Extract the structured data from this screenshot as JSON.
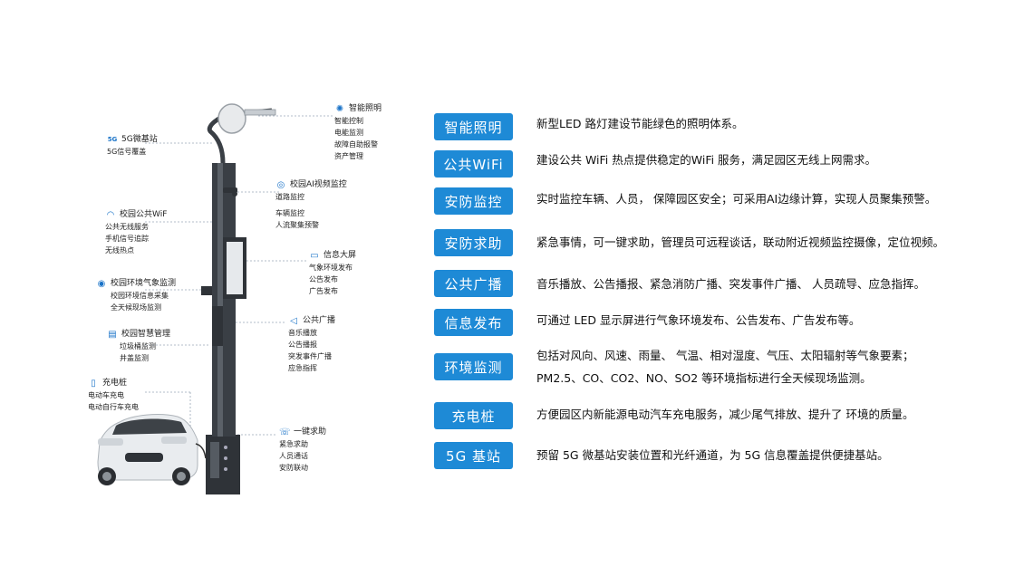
{
  "callouts": {
    "lighting": {
      "title": "智能照明",
      "icon": "lightbulb-icon",
      "items": [
        "智能控制",
        "电能监测",
        "故障自助报警",
        "资产管理"
      ]
    },
    "base5g": {
      "title": "5G微基站",
      "icon": "5g-icon",
      "icon_text": "5G",
      "items": [
        "5G信号覆盖"
      ]
    },
    "camera": {
      "title": "校园AI视频监控",
      "icon": "camera-icon",
      "items": [
        "道路监控",
        "",
        "车辆监控",
        "人流聚集预警"
      ]
    },
    "wifi": {
      "title": "校园公共WiF",
      "icon": "wifi-icon",
      "items": [
        "公共无线服务",
        "手机信号追踪",
        "无线热点"
      ]
    },
    "screen": {
      "title": "信息大屏",
      "icon": "screen-icon",
      "items": [
        "气象环境发布",
        "公告发布",
        "广告发布"
      ]
    },
    "weather": {
      "title": "校园环境气象监测",
      "icon": "weather-sensor-icon",
      "items": [
        "校园环境信息采集",
        "全天候现场监测"
      ]
    },
    "smart": {
      "title": "校园智慧管理",
      "icon": "management-icon",
      "items": [
        "垃圾桶监测",
        "井盖监测"
      ]
    },
    "broadcast": {
      "title": "公共广播",
      "icon": "speaker-icon",
      "items": [
        "音乐播放",
        "公告播报",
        "突发事件广播",
        "应急指挥"
      ]
    },
    "charging": {
      "title": "充电桩",
      "icon": "charging-icon",
      "items": [
        "电动车充电",
        "电动自行车充电"
      ]
    },
    "sos": {
      "title": "一键求助",
      "icon": "sos-icon",
      "items": [
        "紧急求助",
        "人员通话",
        "安防联动"
      ]
    }
  },
  "features": [
    {
      "label": "智能照明",
      "desc": [
        "新型LED 路灯建设节能绿色的照明体系。"
      ]
    },
    {
      "label": "公共WiFi",
      "desc": [
        "建设公共 WiFi 热点提供稳定的WiFi 服务，满足园区无线上网需求。"
      ]
    },
    {
      "label": "安防监控",
      "desc": [
        "实时监控车辆、人员， 保障园区安全；可采用AI边缘计算，实现人员聚集预警。"
      ]
    },
    {
      "label": "安防求助",
      "desc": [
        "紧急事情，可一键求助，管理员可远程谈话，联动附近视频监控摄像，定位视频。"
      ]
    },
    {
      "label": "公共广播",
      "desc": [
        "音乐播放、公告播报、紧急消防广播、突发事件广播、 人员疏导、应急指挥。"
      ]
    },
    {
      "label": "信息发布",
      "desc": [
        "可通过 LED 显示屏进行气象环境发布、公告发布、广告发布等。"
      ]
    },
    {
      "label": "环境监测",
      "desc": [
        "包括对风向、风速、雨量、 气温、相对湿度、气压、太阳辐射等气象要素；",
        "PM2.5、CO、CO2、NO、SO2 等环境指标进行全天候现场监测。"
      ]
    },
    {
      "label": "充电桩",
      "desc": [
        "方便园区内新能源电动汽车充电服务，减少尾气排放、提升了 环境的质量。"
      ]
    },
    {
      "label": "5G 基站",
      "desc": [
        "预留 5G 微基站安装位置和光纤通道，为 5G 信息覆盖提供便捷基站。"
      ]
    }
  ],
  "colors": {
    "accent": "#1e8ad6",
    "pole": "#3a3f45",
    "leader": "#9aa8b8"
  }
}
